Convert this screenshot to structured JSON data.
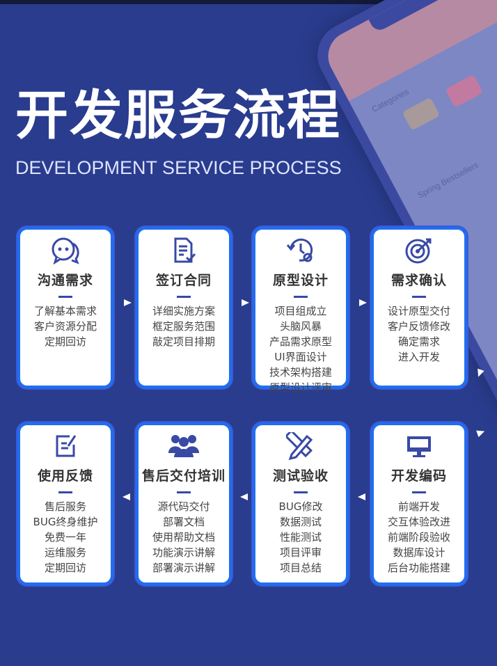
{
  "header": {
    "title": "开发服务流程",
    "subtitle": "DEVELOPMENT SERVICE PROCESS"
  },
  "phone": {
    "section1": "Categories",
    "section2": "Spring Bestsellers"
  },
  "colors": {
    "background": "#2a3c8e",
    "card_border": "#1f6ef0",
    "icon": "#3949a5"
  },
  "steps": [
    {
      "name": "沟通需求",
      "icon": "chat-bubbles-icon",
      "items": [
        "了解基本需求",
        "客户资源分配",
        "定期回访"
      ]
    },
    {
      "name": "签订合同",
      "icon": "document-check-icon",
      "items": [
        "详细实施方案",
        "框定服务范围",
        "敲定项目排期"
      ]
    },
    {
      "name": "原型设计",
      "icon": "history-gear-icon",
      "items": [
        "项目组成立",
        "头脑风暴",
        "产品需求原型",
        "UI界面设计",
        "技术架构搭建",
        "原型设计评审"
      ]
    },
    {
      "name": "需求确认",
      "icon": "target-icon",
      "items": [
        "设计原型交付",
        "客户反馈修改",
        "确定需求",
        "进入开发"
      ]
    },
    {
      "name": "开发编码",
      "icon": "monitor-icon",
      "items": [
        "前端开发",
        "交互体验改进",
        "前端阶段验收",
        "数据库设计",
        "后台功能搭建"
      ]
    },
    {
      "name": "测试验收",
      "icon": "ruler-pencil-icon",
      "items": [
        "BUG修改",
        "数据测试",
        "性能测试",
        "项目评审",
        "项目总结"
      ]
    },
    {
      "name": "售后交付培训",
      "icon": "users-icon",
      "items": [
        "源代码交付",
        "部署文档",
        "使用帮助文档",
        "功能演示讲解",
        "部署演示讲解"
      ]
    },
    {
      "name": "使用反馈",
      "icon": "edit-note-icon",
      "items": [
        "售后服务",
        "BUG终身维护",
        "免费一年",
        "运维服务",
        "定期回访"
      ]
    }
  ]
}
